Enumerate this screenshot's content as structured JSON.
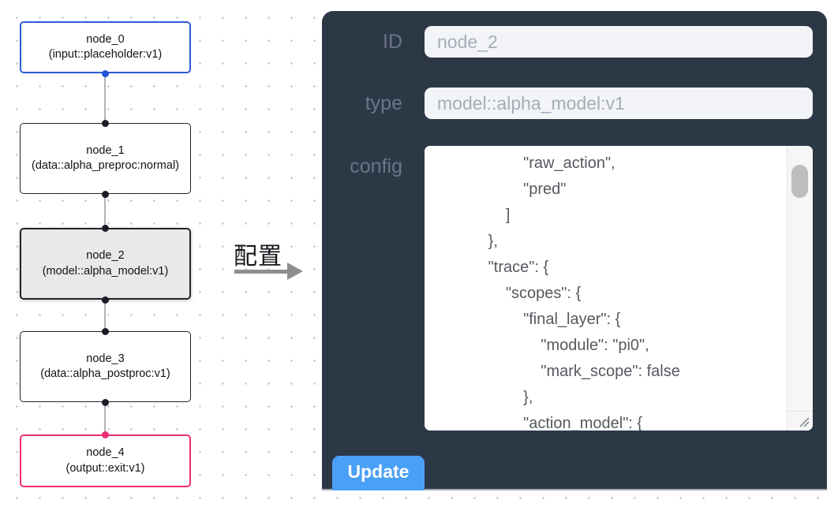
{
  "flow": {
    "nodes": [
      {
        "title": "node_0",
        "subtitle": "(input::placeholder:v1)",
        "kind": "input"
      },
      {
        "title": "node_1",
        "subtitle": "(data::alpha_preproc:normal)",
        "kind": "default"
      },
      {
        "title": "node_2",
        "subtitle": "(model::alpha_model:v1)",
        "kind": "selected"
      },
      {
        "title": "node_3",
        "subtitle": "(data::alpha_postproc:v1)",
        "kind": "default"
      },
      {
        "title": "node_4",
        "subtitle": "(output::exit:v1)",
        "kind": "output"
      }
    ],
    "arrow_label": "配置"
  },
  "panel": {
    "id_label": "ID",
    "id_value": "node_2",
    "type_label": "type",
    "type_value": "model::alpha_model:v1",
    "config_label": "config",
    "config_value": "                    \"raw_action\",\n                    \"pred\"\n                ]\n            },\n            \"trace\": {\n                \"scopes\": {\n                    \"final_layer\": {\n                        \"module\": \"pi0\",\n                        \"mark_scope\": false\n                    },\n                    \"action_model\": {",
    "update_label": "Update"
  },
  "colors": {
    "input_node_border": "#2e5bd7",
    "output_node_border": "#ef2d77",
    "default_node_border": "#23222e",
    "selected_node_bg": "#e9e9e9",
    "edge": "#b3b3b8",
    "panel_bg": "#2d3847",
    "field_bg": "#f2f4f7",
    "update_button_bg": "#49a0f6"
  }
}
